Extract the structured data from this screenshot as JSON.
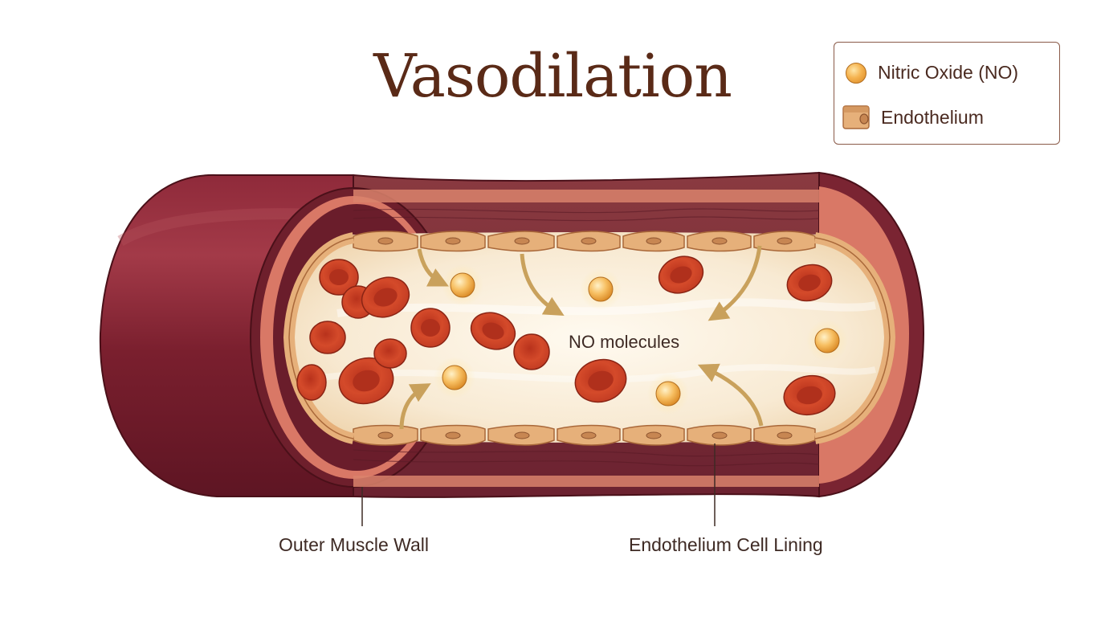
{
  "title": "Vasodilation",
  "legend": {
    "items": [
      {
        "label": "Nitric Oxide (NO)",
        "icon": "nitric-oxide-molecule-icon"
      },
      {
        "label": "Endothelium",
        "icon": "endothelium-cell-icon"
      }
    ]
  },
  "vessel": {
    "inner_label": "NO molecules"
  },
  "callouts": {
    "outer_wall": "Outer Muscle Wall",
    "endothelium_lining": "Endothelium Cell Lining"
  },
  "colors": {
    "title": "#5a2a17",
    "vessel_wall": "#7a1f2e",
    "endothelium": "#e6b07a",
    "lumen": "#faeedd",
    "red_blood_cell": "#d24a2a",
    "nitric_oxide": "#f5b350",
    "arrow": "#c9a15c"
  }
}
